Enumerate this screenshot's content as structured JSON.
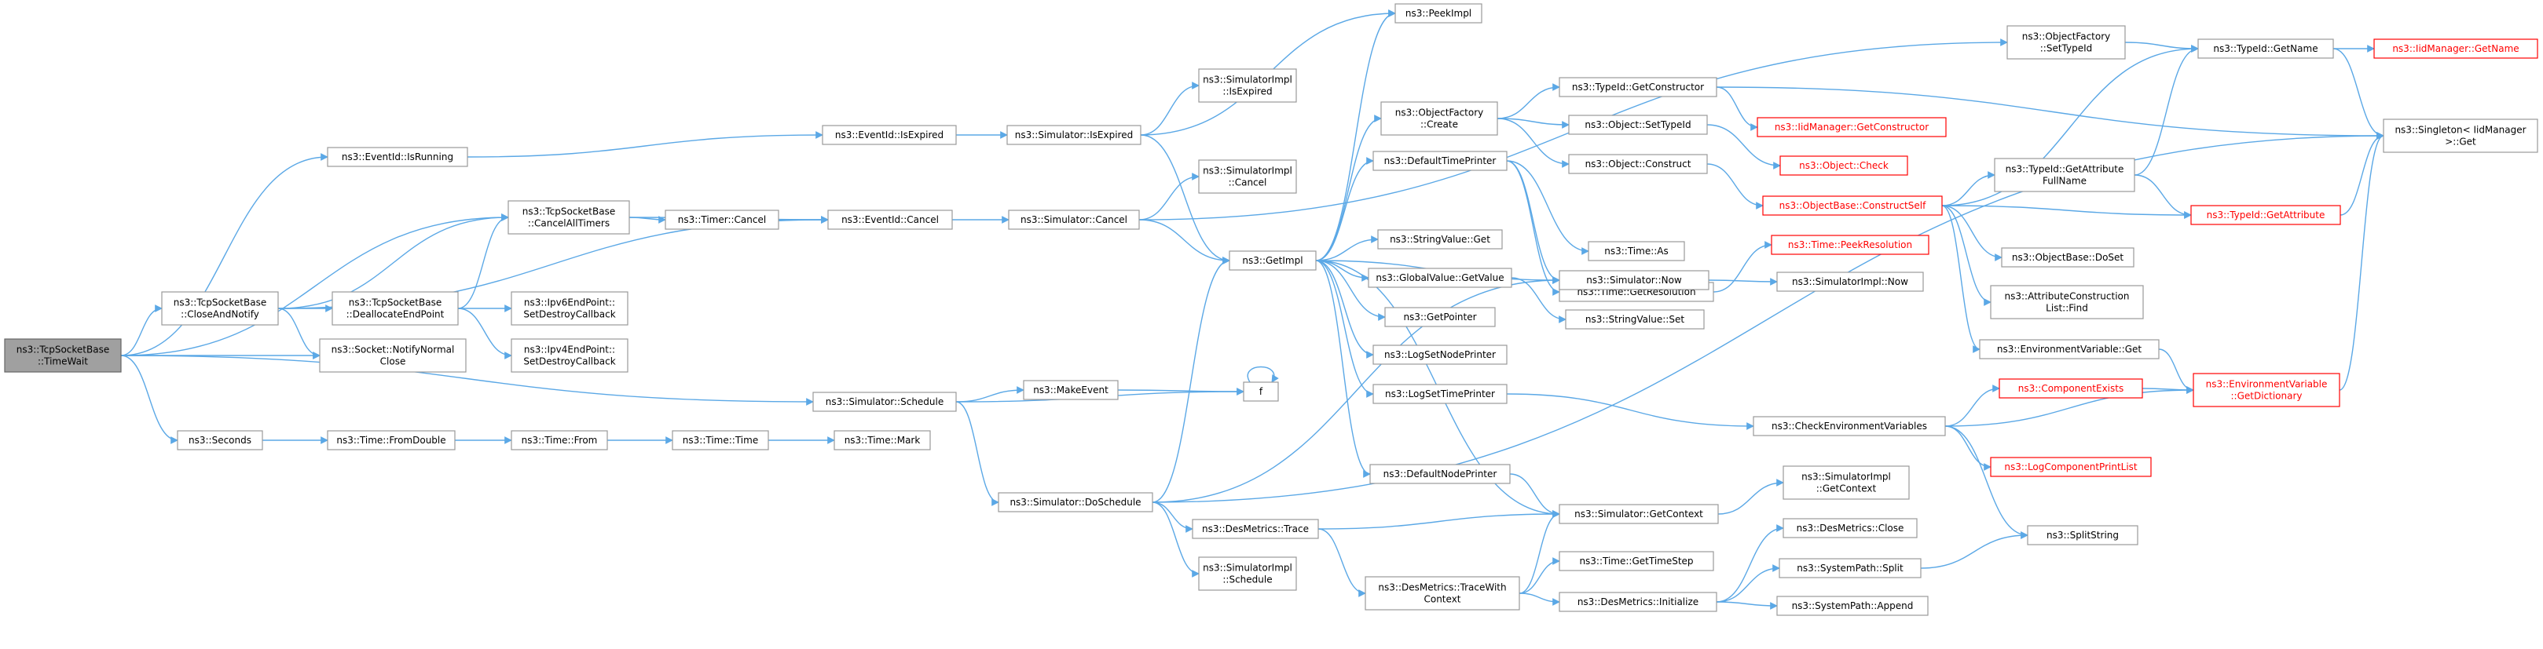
{
  "diagram": {
    "type": "call-graph",
    "nodes": [
      {
        "id": "timewait",
        "lines": [
          "ns3::TcpSocketBase",
          "::TimeWait"
        ],
        "root": true
      },
      {
        "id": "closeandnotify",
        "lines": [
          "ns3::TcpSocketBase",
          "::CloseAndNotify"
        ]
      },
      {
        "id": "seconds",
        "lines": [
          "ns3::Seconds"
        ]
      },
      {
        "id": "eventid_isrunning",
        "lines": [
          "ns3::EventId::IsRunning"
        ]
      },
      {
        "id": "cancelalltimers",
        "lines": [
          "ns3::TcpSocketBase",
          "::CancelAllTimers"
        ]
      },
      {
        "id": "deallocendpoint",
        "lines": [
          "ns3::TcpSocketBase",
          "::DeallocateEndPoint"
        ]
      },
      {
        "id": "notifynormalclose",
        "lines": [
          "ns3::Socket::NotifyNormal",
          "Close"
        ]
      },
      {
        "id": "timer_cancel",
        "lines": [
          "ns3::Timer::Cancel"
        ]
      },
      {
        "id": "ipv6_setdestroy",
        "lines": [
          "ns3::Ipv6EndPoint::",
          "SetDestroyCallback"
        ]
      },
      {
        "id": "ipv4_setdestroy",
        "lines": [
          "ns3::Ipv4EndPoint::",
          "SetDestroyCallback"
        ]
      },
      {
        "id": "time_fromdouble",
        "lines": [
          "ns3::Time::FromDouble"
        ]
      },
      {
        "id": "time_from",
        "lines": [
          "ns3::Time::From"
        ]
      },
      {
        "id": "time_time",
        "lines": [
          "ns3::Time::Time"
        ]
      },
      {
        "id": "time_mark",
        "lines": [
          "ns3::Time::Mark"
        ]
      },
      {
        "id": "eventid_isexpired",
        "lines": [
          "ns3::EventId::IsExpired"
        ]
      },
      {
        "id": "eventid_cancel",
        "lines": [
          "ns3::EventId::Cancel"
        ]
      },
      {
        "id": "sim_schedule",
        "lines": [
          "ns3::Simulator::Schedule"
        ]
      },
      {
        "id": "makeevent",
        "lines": [
          "ns3::MakeEvent"
        ]
      },
      {
        "id": "f",
        "lines": [
          "f"
        ]
      },
      {
        "id": "sim_isexpired",
        "lines": [
          "ns3::Simulator::IsExpired"
        ]
      },
      {
        "id": "sim_cancel",
        "lines": [
          "ns3::Simulator::Cancel"
        ]
      },
      {
        "id": "simimpl_isexpired",
        "lines": [
          "ns3::SimulatorImpl",
          "::IsExpired"
        ]
      },
      {
        "id": "simimpl_cancel",
        "lines": [
          "ns3::SimulatorImpl",
          "::Cancel"
        ]
      },
      {
        "id": "getimpl",
        "lines": [
          "ns3::GetImpl"
        ]
      },
      {
        "id": "sim_doschedule",
        "lines": [
          "ns3::Simulator::DoSchedule"
        ]
      },
      {
        "id": "desmetrics_trace",
        "lines": [
          "ns3::DesMetrics::Trace"
        ]
      },
      {
        "id": "simimpl_schedule",
        "lines": [
          "ns3::SimulatorImpl",
          "::Schedule"
        ]
      },
      {
        "id": "peekimpl",
        "lines": [
          "ns3::PeekImpl"
        ]
      },
      {
        "id": "objfactory_create",
        "lines": [
          "ns3::ObjectFactory",
          "::Create"
        ]
      },
      {
        "id": "defaulttimeprinter",
        "lines": [
          "ns3::DefaultTimePrinter"
        ]
      },
      {
        "id": "stringvalue_get",
        "lines": [
          "ns3::StringValue::Get"
        ]
      },
      {
        "id": "globalvalue_getvalue",
        "lines": [
          "ns3::GlobalValue::GetValue"
        ]
      },
      {
        "id": "getpointer",
        "lines": [
          "ns3::GetPointer"
        ]
      },
      {
        "id": "logsetnodeprinter",
        "lines": [
          "ns3::LogSetNodePrinter"
        ]
      },
      {
        "id": "logsettimeprinter",
        "lines": [
          "ns3::LogSetTimePrinter"
        ]
      },
      {
        "id": "defaultnodeprinter",
        "lines": [
          "ns3::DefaultNodePrinter"
        ]
      },
      {
        "id": "desmetrics_tracewithcontext",
        "lines": [
          "ns3::DesMetrics::TraceWith",
          "Context"
        ]
      },
      {
        "id": "typeid_getconstructor",
        "lines": [
          "ns3::TypeId::GetConstructor"
        ]
      },
      {
        "id": "object_settypeid",
        "lines": [
          "ns3::Object::SetTypeId"
        ]
      },
      {
        "id": "object_construct",
        "lines": [
          "ns3::Object::Construct"
        ]
      },
      {
        "id": "time_as",
        "lines": [
          "ns3::Time::As"
        ]
      },
      {
        "id": "time_getresolution",
        "lines": [
          "ns3::Time::GetResolution"
        ]
      },
      {
        "id": "sim_now",
        "lines": [
          "ns3::Simulator::Now"
        ]
      },
      {
        "id": "stringvalue_set",
        "lines": [
          "ns3::StringValue::Set"
        ]
      },
      {
        "id": "sim_getcontext",
        "lines": [
          "ns3::Simulator::GetContext"
        ]
      },
      {
        "id": "time_gettimestep",
        "lines": [
          "ns3::Time::GetTimeStep"
        ]
      },
      {
        "id": "desmetrics_initialize",
        "lines": [
          "ns3::DesMetrics::Initialize"
        ]
      },
      {
        "id": "iidmanager_getconstructor",
        "lines": [
          "ns3::IidManager::GetConstructor"
        ],
        "red": true
      },
      {
        "id": "object_check",
        "lines": [
          "ns3::Object::Check"
        ],
        "red": true
      },
      {
        "id": "objectbase_constructself",
        "lines": [
          "ns3::ObjectBase::ConstructSelf"
        ],
        "red": true
      },
      {
        "id": "time_peekresolution",
        "lines": [
          "ns3::Time::PeekResolution"
        ],
        "red": true
      },
      {
        "id": "simimpl_now",
        "lines": [
          "ns3::SimulatorImpl::Now"
        ]
      },
      {
        "id": "checkenvvars",
        "lines": [
          "ns3::CheckEnvironmentVariables"
        ]
      },
      {
        "id": "simimpl_getcontext",
        "lines": [
          "ns3::SimulatorImpl",
          "::GetContext"
        ]
      },
      {
        "id": "desmetrics_close",
        "lines": [
          "ns3::DesMetrics::Close"
        ]
      },
      {
        "id": "systempath_split",
        "lines": [
          "ns3::SystemPath::Split"
        ]
      },
      {
        "id": "systempath_append",
        "lines": [
          "ns3::SystemPath::Append"
        ]
      },
      {
        "id": "objfactory_settypeid",
        "lines": [
          "ns3::ObjectFactory",
          "::SetTypeId"
        ]
      },
      {
        "id": "typeid_getattrfullname",
        "lines": [
          "ns3::TypeId::GetAttribute",
          "FullName"
        ]
      },
      {
        "id": "objectbase_doset",
        "lines": [
          "ns3::ObjectBase::DoSet"
        ]
      },
      {
        "id": "attrconstructionlist_find",
        "lines": [
          "ns3::AttributeConstruction",
          "List::Find"
        ]
      },
      {
        "id": "envvar_get",
        "lines": [
          "ns3::EnvironmentVariable::Get"
        ]
      },
      {
        "id": "componentexists",
        "lines": [
          "ns3::ComponentExists"
        ],
        "red": true
      },
      {
        "id": "logcomponentprintlist",
        "lines": [
          "ns3::LogComponentPrintList"
        ],
        "red": true
      },
      {
        "id": "splitstring",
        "lines": [
          "ns3::SplitString"
        ]
      },
      {
        "id": "typeid_getname",
        "lines": [
          "ns3::TypeId::GetName"
        ]
      },
      {
        "id": "typeid_getattribute",
        "lines": [
          "ns3::TypeId::GetAttribute"
        ],
        "red": true
      },
      {
        "id": "envvar_getdictionary",
        "lines": [
          "ns3::EnvironmentVariable",
          "::GetDictionary"
        ],
        "red": true
      },
      {
        "id": "iidmanager_getname",
        "lines": [
          "ns3::IidManager::GetName"
        ],
        "red": true
      },
      {
        "id": "singleton_get",
        "lines": [
          "ns3::Singleton< IidManager",
          "&gt;::Get"
        ]
      }
    ]
  }
}
